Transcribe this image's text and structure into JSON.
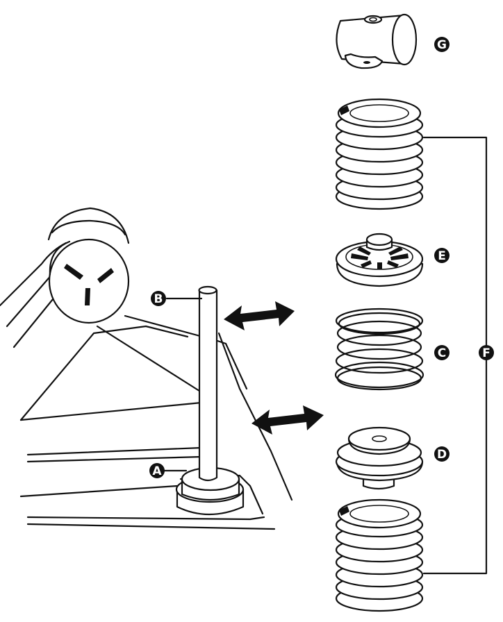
{
  "labels": {
    "a": "A",
    "b": "B",
    "c": "C",
    "d": "D",
    "e": "E",
    "f": "F",
    "g": "G"
  }
}
